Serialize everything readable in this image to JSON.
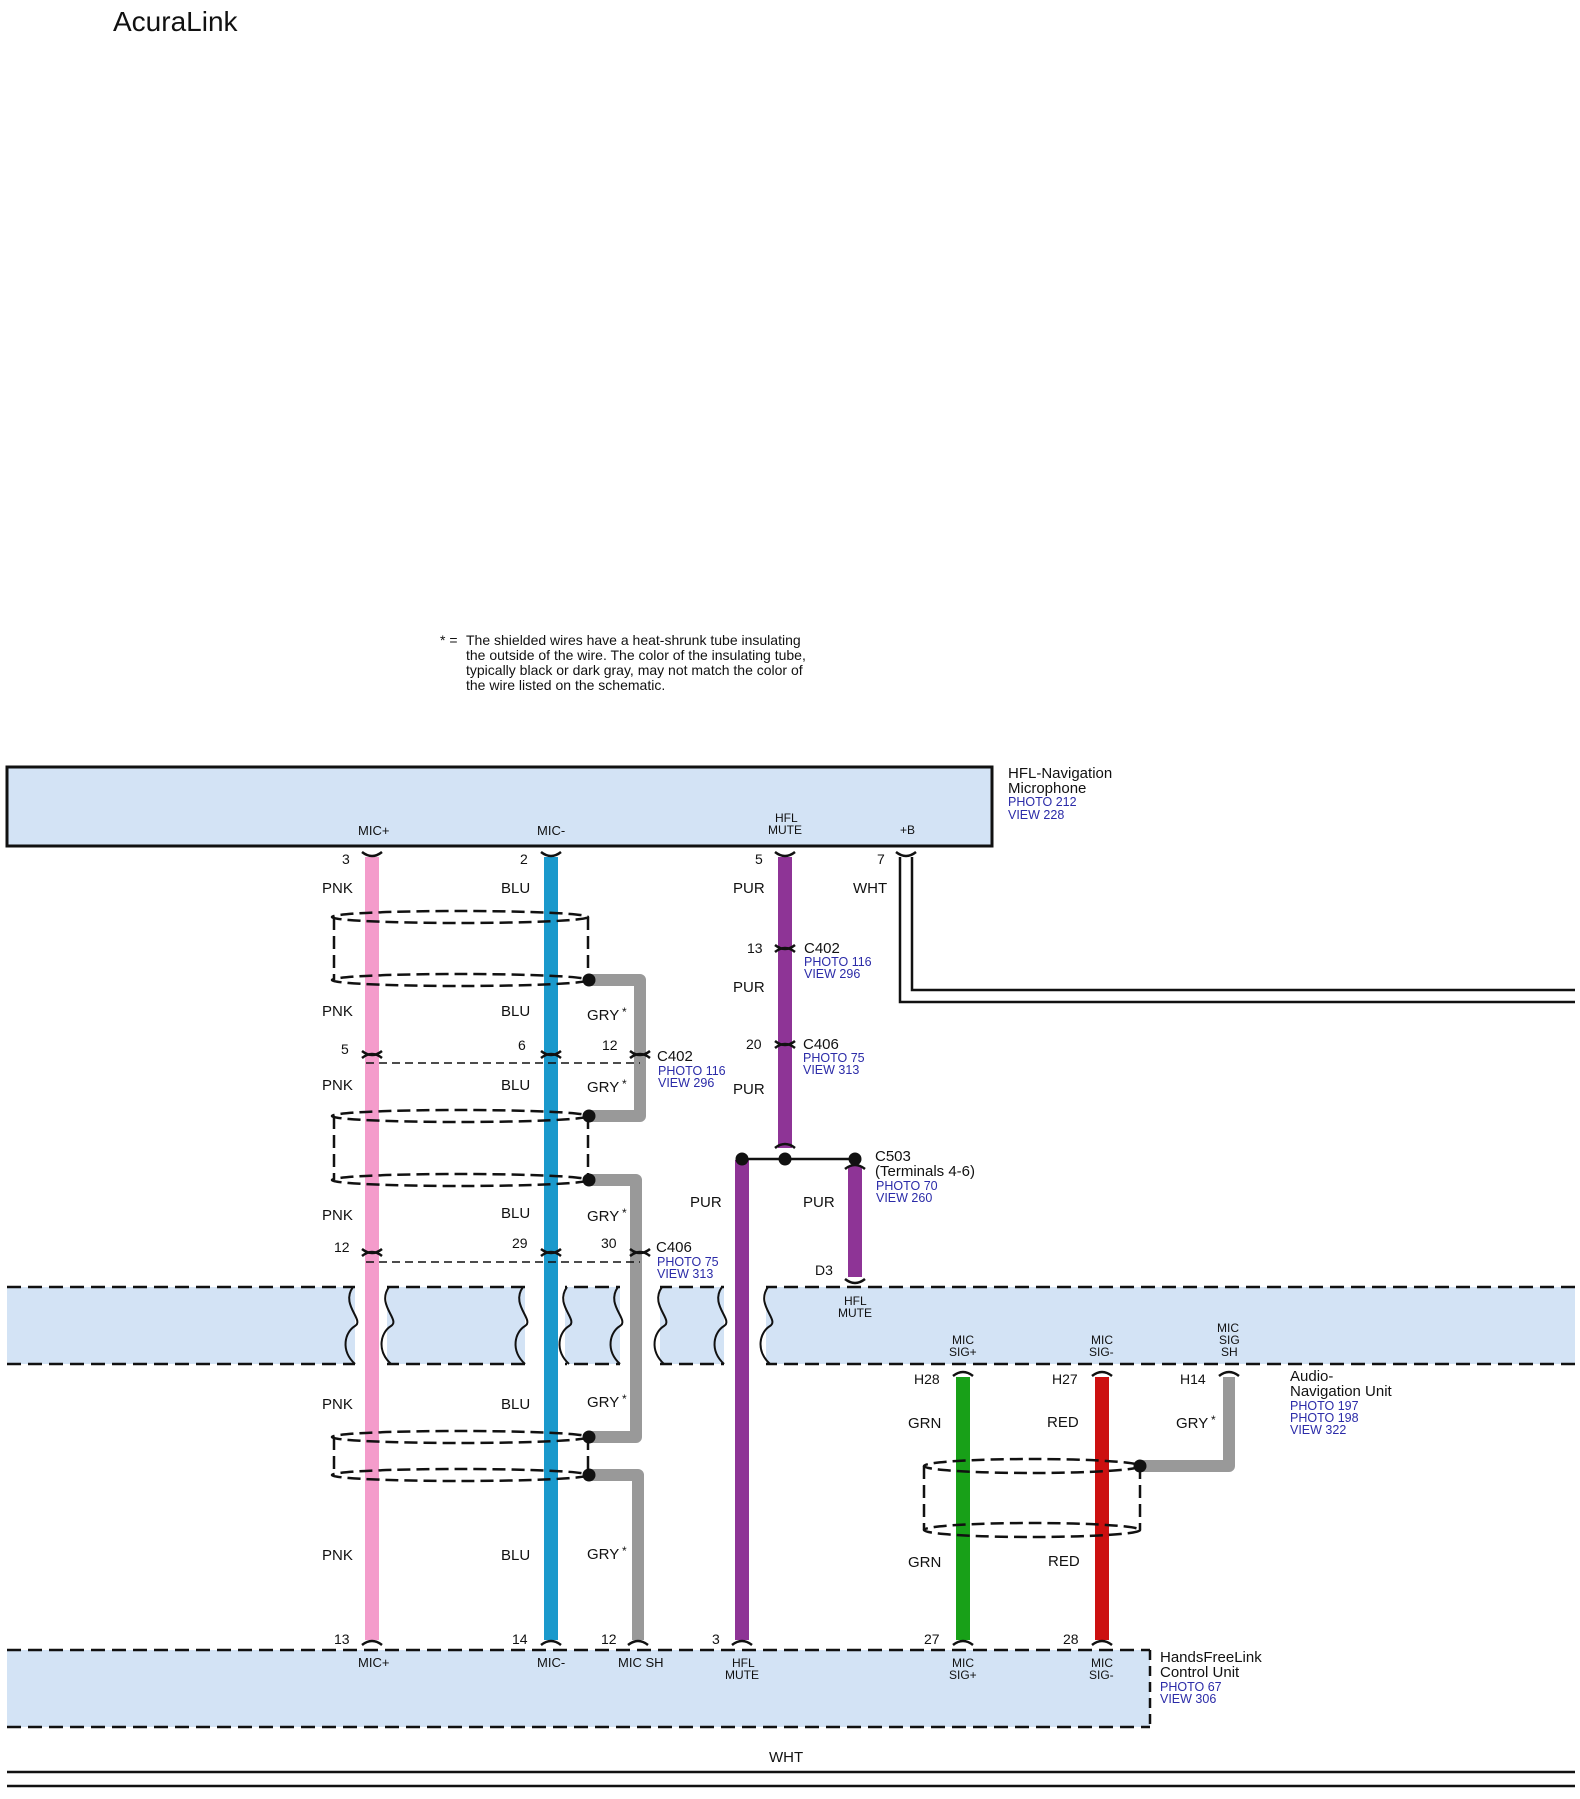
{
  "title": "AcuraLink",
  "note": {
    "marker": "* =",
    "lines": [
      "The shielded wires have a heat-shrunk tube insulating",
      "the outside of the wire. The color of the insulating tube,",
      "typically black or dark gray, may not match the color of",
      "the wire listed on the schematic."
    ]
  },
  "colors": {
    "component_fill": "#d3e3f5",
    "pnk": "#f49ccb",
    "blu": "#1a99cc",
    "pur": "#8e3496",
    "grn": "#18a018",
    "red": "#cc1010",
    "gry": "#999999",
    "link": "#2b2ba8"
  },
  "components": {
    "microphone": {
      "name_lines": [
        "HFL-Navigation",
        "Microphone"
      ],
      "links": [
        "PHOTO 212",
        "VIEW 228"
      ],
      "pins": {
        "mic_plus": {
          "label": "MIC+",
          "num": "3"
        },
        "mic_minus": {
          "label": "MIC-",
          "num": "2"
        },
        "hfl_mute": {
          "label_lines": [
            "HFL",
            "MUTE"
          ],
          "num": "5"
        },
        "plus_b": {
          "label": "+B",
          "num": "7"
        }
      }
    },
    "audio_nav": {
      "name_lines": [
        "Audio-",
        "Navigation Unit"
      ],
      "links": [
        "PHOTO 197",
        "PHOTO 198",
        "VIEW 322"
      ],
      "pins": {
        "hfl_mute": {
          "label_lines": [
            "HFL",
            "MUTE"
          ],
          "num": "D3"
        },
        "mic_sig_plus": {
          "label_lines": [
            "MIC",
            "SIG+"
          ],
          "num": "H28"
        },
        "mic_sig_minus": {
          "label_lines": [
            "MIC",
            "SIG-"
          ],
          "num": "H27"
        },
        "mic_sig_sh": {
          "label_lines": [
            "MIC",
            "SIG",
            "SH"
          ],
          "num": "H14"
        }
      }
    },
    "hfl_unit": {
      "name_lines": [
        "HandsFreeLink",
        "Control Unit"
      ],
      "links": [
        "PHOTO 67",
        "VIEW 306"
      ],
      "pins": {
        "mic_plus": {
          "label": "MIC+",
          "num": "13"
        },
        "mic_minus": {
          "label": "MIC-",
          "num": "14"
        },
        "mic_sh": {
          "label": "MIC SH",
          "num": "12"
        },
        "hfl_mute": {
          "label_lines": [
            "HFL",
            "MUTE"
          ],
          "num": "3"
        },
        "mic_sig_plus": {
          "label_lines": [
            "MIC",
            "SIG+"
          ],
          "num": "27"
        },
        "mic_sig_minus": {
          "label_lines": [
            "MIC",
            "SIG-"
          ],
          "num": "28"
        }
      }
    }
  },
  "connectors": {
    "c402_left": {
      "name": "C402",
      "links": [
        "PHOTO 116",
        "VIEW 296"
      ],
      "pins": [
        "5",
        "6",
        "12"
      ]
    },
    "c406_left": {
      "name": "C406",
      "links": [
        "PHOTO 75",
        "VIEW 313"
      ],
      "pins": [
        "12",
        "29",
        "30"
      ]
    },
    "c402_right": {
      "name": "C402",
      "links": [
        "PHOTO 116",
        "VIEW 296"
      ],
      "pin": "13"
    },
    "c406_right": {
      "name": "C406",
      "links": [
        "PHOTO 75",
        "VIEW 313"
      ],
      "pin": "20"
    },
    "c503": {
      "name": "C503",
      "sub": "(Terminals 4-6)",
      "links": [
        "PHOTO 70",
        "VIEW 260"
      ]
    }
  },
  "wire_labels": {
    "pnk": "PNK",
    "blu": "BLU",
    "gry": "GRY",
    "pur": "PUR",
    "wht": "WHT",
    "grn": "GRN",
    "red": "RED",
    "star": "*"
  }
}
